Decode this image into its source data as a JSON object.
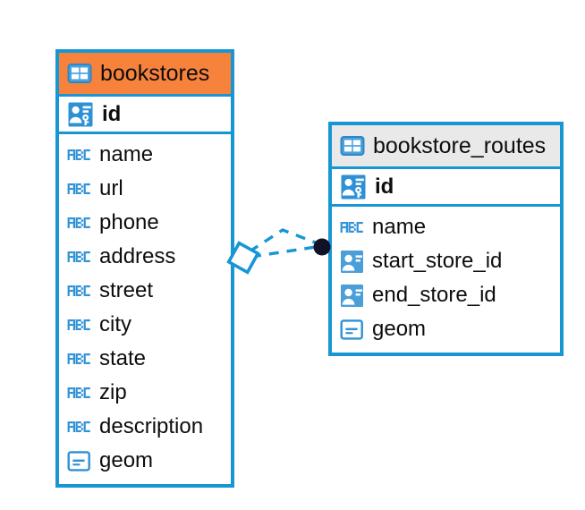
{
  "diagram": {
    "type": "entity-relationship-diagram",
    "background_color": "#ffffff",
    "accent_color": "#1796d3",
    "entities": [
      {
        "name": "bookstores",
        "header_color": "#f7823c",
        "title_icon": "table-icon",
        "primary_key": {
          "label": "id",
          "icon": "primary-key-icon"
        },
        "fields": [
          {
            "label": "name",
            "icon": "text-type-icon"
          },
          {
            "label": "url",
            "icon": "text-type-icon"
          },
          {
            "label": "phone",
            "icon": "text-type-icon"
          },
          {
            "label": "address",
            "icon": "text-type-icon"
          },
          {
            "label": "street",
            "icon": "text-type-icon"
          },
          {
            "label": "city",
            "icon": "text-type-icon"
          },
          {
            "label": "state",
            "icon": "text-type-icon"
          },
          {
            "label": "zip",
            "icon": "text-type-icon"
          },
          {
            "label": "description",
            "icon": "text-type-icon"
          },
          {
            "label": "geom",
            "icon": "geometry-type-icon"
          }
        ]
      },
      {
        "name": "bookstore_routes",
        "header_color": "#e9e9e9",
        "title_icon": "table-icon",
        "primary_key": {
          "label": "id",
          "icon": "primary-key-icon"
        },
        "fields": [
          {
            "label": "name",
            "icon": "text-type-icon"
          },
          {
            "label": "start_store_id",
            "icon": "foreign-key-icon"
          },
          {
            "label": "end_store_id",
            "icon": "foreign-key-icon"
          },
          {
            "label": "geom",
            "icon": "geometry-type-icon"
          }
        ]
      }
    ],
    "relationship": {
      "source_entity": "bookstores",
      "target_entity": "bookstore_routes",
      "line_style": "dashed",
      "line_color": "#1796d3",
      "source_marker": "open-diamond",
      "target_marker": "filled-circle",
      "target_marker_color": "#111122"
    }
  }
}
